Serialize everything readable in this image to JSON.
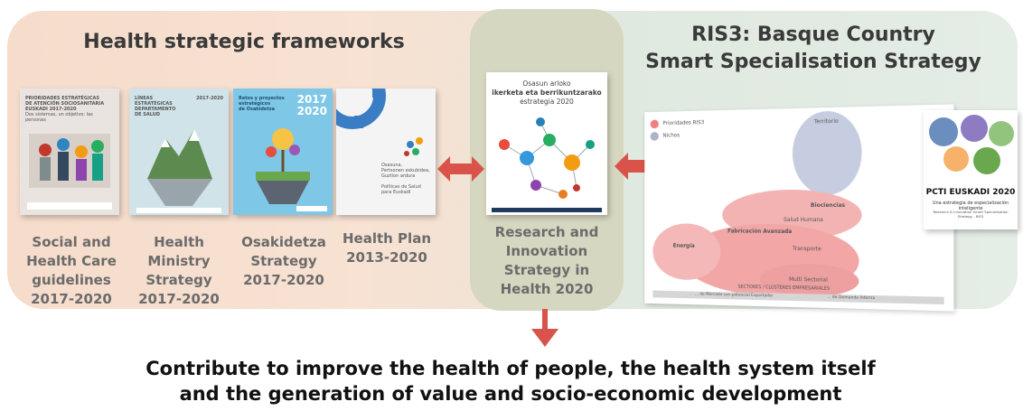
{
  "left_section": {
    "title": "Health strategic frameworks",
    "documents": [
      {
        "caption": [
          "Social and",
          "Health Care",
          "guidelines",
          "2017-2020"
        ],
        "cover_text": [
          "PRIORIDADES ESTRATÉGICAS",
          "DE ATENCIÓN SOCIOSANITARIA",
          "EUSKADI 2017-2020",
          "Dos sistemas, un objetivo: las personas"
        ]
      },
      {
        "caption": [
          "Health Ministry",
          "Strategy",
          "2017-2020"
        ],
        "cover_text": [
          "LÍNEAS",
          "ESTRATÉGICAS",
          "DEPARTAMENTO",
          "DE SALUD",
          "2017-2020"
        ]
      },
      {
        "caption": [
          "Osakidetza",
          "Strategy",
          "2017-2020"
        ],
        "cover_text": [
          "Retos y proyectos",
          "estratégicos",
          "de Osakidetza",
          "2017",
          "2020"
        ]
      },
      {
        "caption": [
          "Health Plan",
          "2013-2020"
        ],
        "cover_text": [
          "Osasuna,",
          "Pertsonen eskubidea,",
          "Guztion ardura",
          "Políticas de Salud para Euskadi"
        ]
      }
    ]
  },
  "center_section": {
    "cover_text": [
      "Osasun arloko",
      "ikerketa eta berrikuntzarako",
      "estrategia 2020"
    ],
    "caption": [
      "Research and",
      "Innovation",
      "Strategy in",
      "Health 2020"
    ]
  },
  "right_section": {
    "title": [
      "RIS3: Basque Country",
      "Smart Specialisation Strategy"
    ],
    "legend": [
      "Prioridades RIS3",
      "Nichos"
    ],
    "bubbles": [
      "Territorio",
      "Biociencias",
      "Salud Humana",
      "Fabricación Avanzada",
      "Energía",
      "Transporte",
      "Multi Sectorial"
    ],
    "axis_labels": [
      "SECTORES / CLÚSTERES EMPRESARIALES",
      "... de Mercado con potencial Exportador",
      "... de Demanda Interna"
    ],
    "pcti_cover": {
      "title": "PCTI EUSKADI 2020",
      "subtitle": "Una estrategia de especialización inteligente",
      "footer": "Research & Innovation Smart Specialisation Strategy - RIS3"
    }
  },
  "bottom_text": [
    "Contribute to improve the health of people, the health system itself",
    "and the generation of value and socio-economic development"
  ],
  "colors": {
    "arrow": "#d9534a",
    "left_bg": "#f6dccb",
    "right_bg": "#e2ebe3",
    "center_bg": "#d6d7c0"
  }
}
